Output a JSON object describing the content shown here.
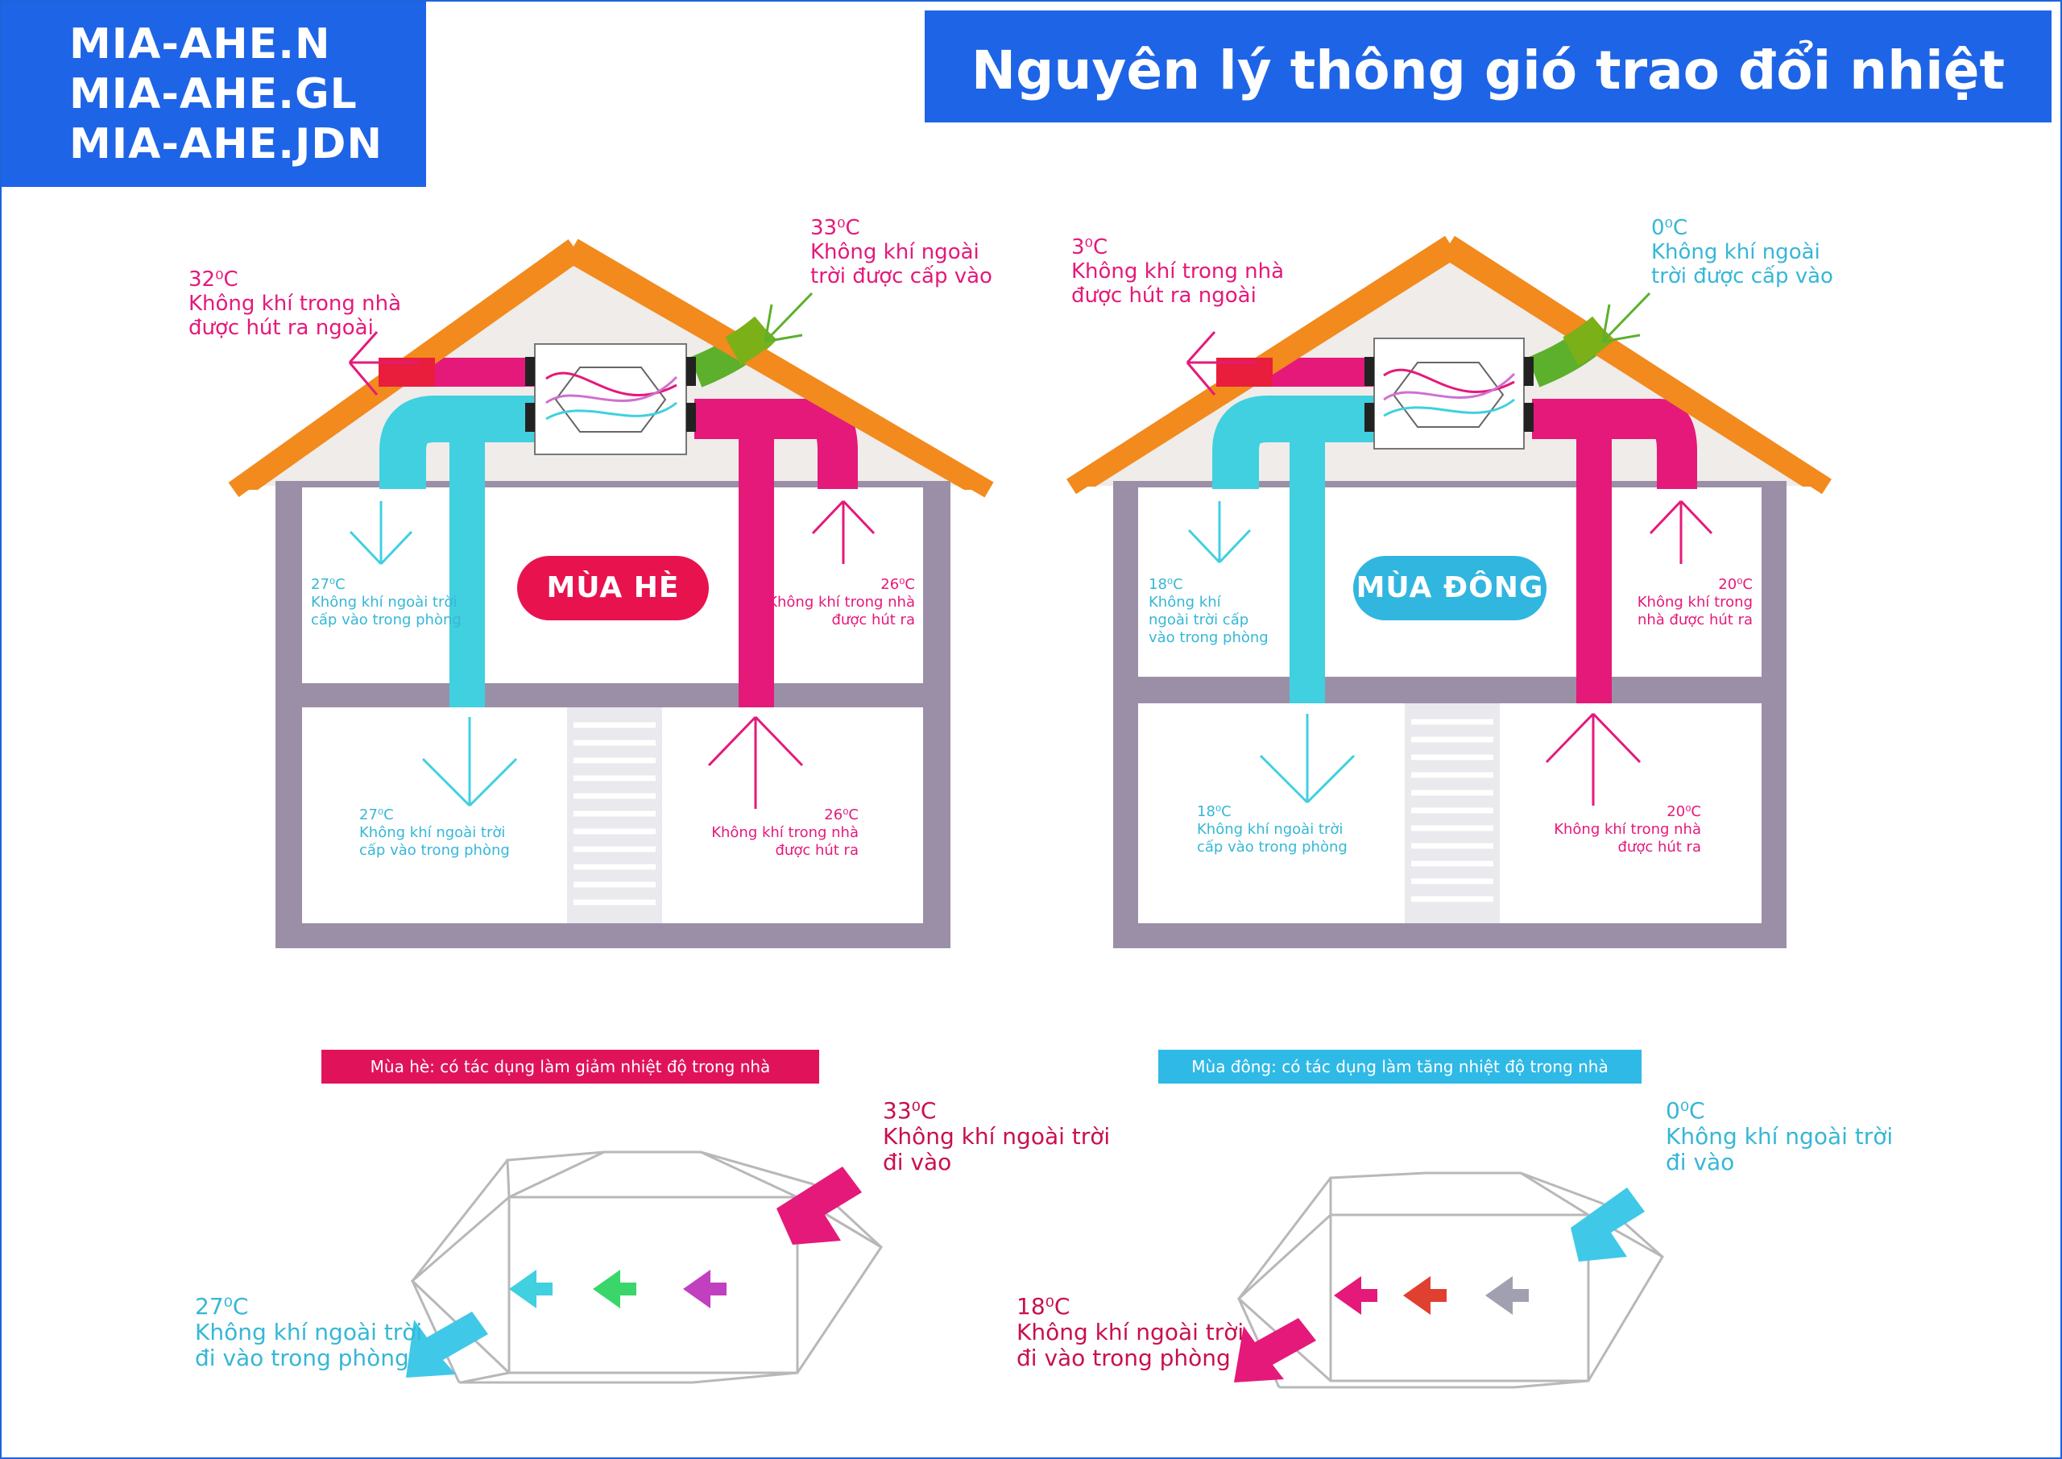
{
  "header": {
    "models": [
      "MIA-AHE.N",
      "MIA-AHE.GL",
      "MIA-AHE.JDN"
    ],
    "title": "Nguyên lý thông gió trao đổi nhiệt"
  },
  "colors": {
    "brand_blue": "#1e64e6",
    "warm_pink": "#e5197a",
    "cool_cyan": "#40d0e0",
    "roof_orange": "#f28a1e",
    "wall_gray": "#9b8fa8",
    "intake_green": "#5cb02c"
  },
  "summer": {
    "season_label": "MÙA HÈ",
    "exhaust_out": {
      "temp": "32⁰C",
      "lines": [
        "Không khí trong nhà",
        "được hút ra ngoài"
      ]
    },
    "intake_in": {
      "temp": "33⁰C",
      "lines": [
        "Không khí ngoài",
        "trời được cấp vào"
      ]
    },
    "upper_supply": {
      "temp": "27⁰C",
      "lines": [
        "Không khí ngoài trời",
        "cấp vào trong phòng"
      ]
    },
    "upper_extract": {
      "temp": "26⁰C",
      "lines": [
        "Không khí trong nhà",
        "được hút ra"
      ]
    },
    "lower_supply": {
      "temp": "27⁰C",
      "lines": [
        "Không khí ngoài trời",
        "cấp vào trong phòng"
      ]
    },
    "lower_extract": {
      "temp": "26⁰C",
      "lines": [
        "Không khí trong nhà",
        "được hút ra"
      ]
    },
    "note": "Mùa hè: có tác dụng làm giảm nhiệt độ trong nhà",
    "core_in": {
      "temp": "33⁰C",
      "lines": [
        "Không khí ngoài trời",
        "đi vào"
      ]
    },
    "core_out": {
      "temp": "27⁰C",
      "lines": [
        "Không khí ngoài trời",
        "đi vào trong phòng"
      ]
    }
  },
  "winter": {
    "season_label": "MÙA ĐÔNG",
    "exhaust_out": {
      "temp": "3⁰C",
      "lines": [
        "Không khí trong nhà",
        "được hút ra ngoài"
      ]
    },
    "intake_in": {
      "temp": "0⁰C",
      "lines": [
        "Không khí ngoài",
        "trời được cấp vào"
      ]
    },
    "upper_supply": {
      "temp": "18⁰C",
      "lines": [
        "Không khí",
        "ngoài trời cấp",
        "vào trong phòng"
      ]
    },
    "upper_extract": {
      "temp": "20⁰C",
      "lines": [
        "Không khí trong",
        "nhà được hút ra"
      ]
    },
    "lower_supply": {
      "temp": "18⁰C",
      "lines": [
        "Không khí ngoài trời",
        "cấp vào trong phòng"
      ]
    },
    "lower_extract": {
      "temp": "20⁰C",
      "lines": [
        "Không khí trong nhà",
        "được hút ra"
      ]
    },
    "note": "Mùa đông: có tác dụng làm tăng nhiệt độ trong nhà",
    "core_in": {
      "temp": "0⁰C",
      "lines": [
        "Không khí ngoài trời",
        "đi vào"
      ]
    },
    "core_out": {
      "temp": "18⁰C",
      "lines": [
        "Không khí ngoài trời",
        "đi vào trong phòng"
      ]
    }
  }
}
